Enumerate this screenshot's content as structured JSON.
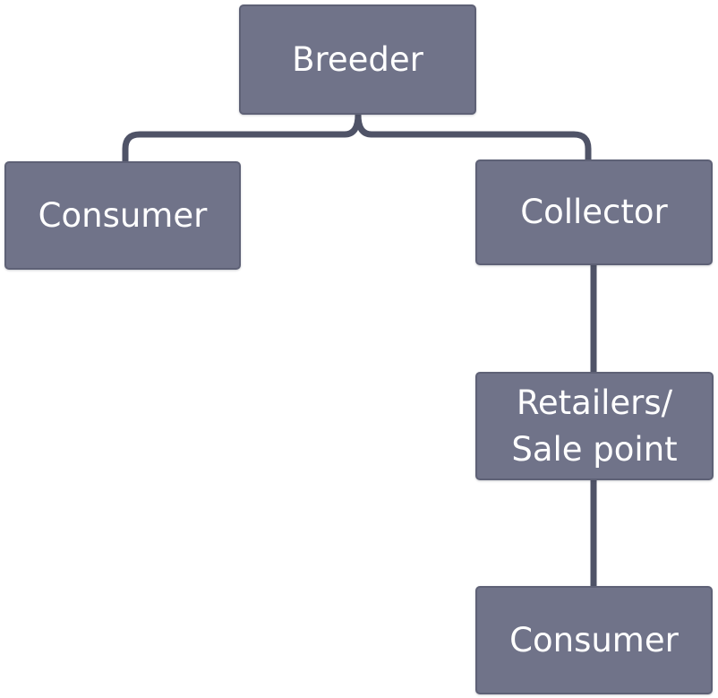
{
  "diagram": {
    "nodes": {
      "breeder": "Breeder",
      "consumer_left": "Consumer",
      "collector": "Collector",
      "retailers": "Retailers/\nSale point",
      "consumer_bottom": "Consumer"
    },
    "colors": {
      "node_fill": "#707389",
      "node_border": "#5e6176",
      "connector": "#4f5367",
      "text": "#ffffff"
    }
  }
}
